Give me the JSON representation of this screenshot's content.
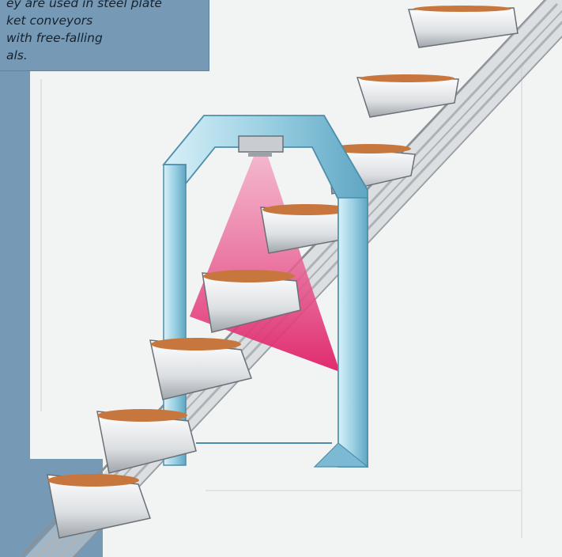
{
  "caption": {
    "lines": [
      "ey are used in steel plate",
      "ket conveyors",
      "with free-falling",
      "als."
    ]
  },
  "colors": {
    "background": "#f2f3f3",
    "frame_blue": "#9bd0e3",
    "laser_pink": "#e0266e",
    "caption_panel": "#7699b5",
    "sidebar": "#7699b5"
  },
  "icons": {
    "frame": "inspection-frame-icon",
    "sensor": "laser-sensor-icon",
    "conveyor": "bucket-conveyor-icon"
  }
}
